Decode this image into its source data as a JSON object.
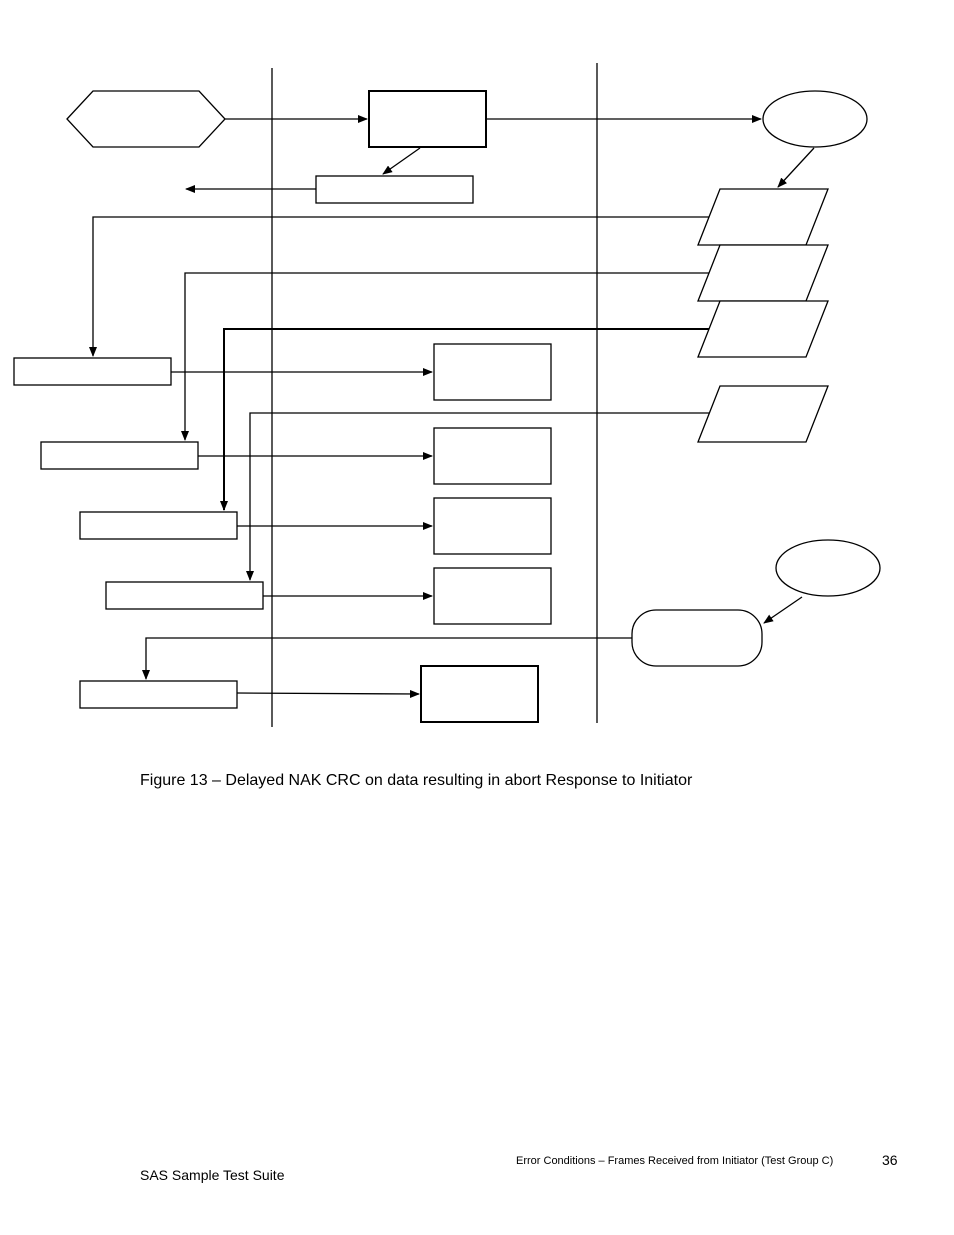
{
  "figure": {
    "caption": "Figure 13 – Delayed NAK CRC on data resulting in abort Response to Initiator"
  },
  "footer": {
    "left_text": "SAS Sample Test Suite",
    "right_text": "Error Conditions – Frames Received from Initiator (Test Group C)",
    "page_number": "36"
  }
}
